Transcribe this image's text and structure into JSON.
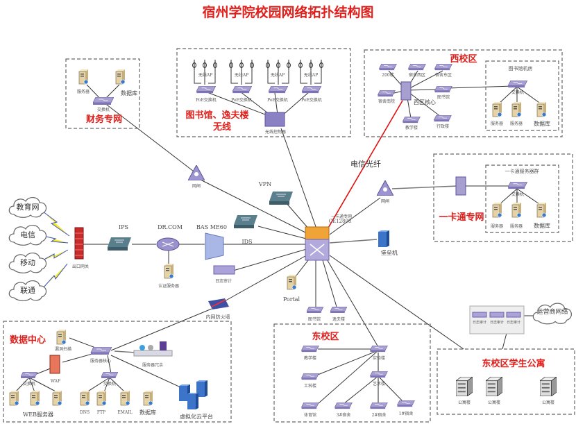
{
  "title": "宿州学院校园网络拓扑结构图",
  "finance": {
    "label": "财务专网",
    "server": "服务器",
    "db": "数据库",
    "switch": "交换机"
  },
  "wireless": {
    "label1": "图书馆、逸夫楼",
    "label2": "无线",
    "ap": "无线AP",
    "poe": "PoE交换机",
    "controller": "无线控制器"
  },
  "west": {
    "label": "西校区",
    "core": "西区核心",
    "b200": "200楼",
    "dorm_w": "宿舍西区",
    "dorm_e": "宿舍东区",
    "dorm_s": "宿舍南院",
    "library": "图书馆",
    "teaching": "教学楼",
    "admin": "行政楼",
    "room": "图书馆机房",
    "switch": "交换机",
    "server": "服务器",
    "db": "数据库"
  },
  "fiber_label": "电信光纤",
  "card": {
    "label": "一卡通专网",
    "group": "一卡通服务器群",
    "switch": "交换机",
    "server": "服务器",
    "db": "数据库",
    "gateway": "网闸"
  },
  "gateway": "网闸",
  "core": {
    "label1": "一卡通专网",
    "label2": "CE12808"
  },
  "bastion": "堡垒机",
  "vpn": "VPN",
  "ids": "IDS",
  "isps": [
    "教育网",
    "电信",
    "移动",
    "联通"
  ],
  "exit_gateway": "出口网关",
  "ips": "IPS",
  "drcom": "DR.COM",
  "auth_server": "认证服务器",
  "bas": "BAS ME60",
  "log_audit": "日志审计",
  "inner_fw": "内网防火墙",
  "portal": "Portal",
  "lib_sw": "图书馆",
  "yifu_sw": "逸夫楼",
  "datacenter": {
    "label": "数据中心",
    "scan": "漏洞扫描",
    "core": "服务器核心",
    "redundant": "服务器冗余",
    "waf": "WAF",
    "switch": "交换机",
    "web": "WEB服务器",
    "dns": "DNS",
    "ftp": "FTP",
    "email": "EMAIL",
    "db": "数据库",
    "cloud": "虚拟化云平台"
  },
  "east": {
    "label": "东校区",
    "lab": "实验楼",
    "teaching": "教学楼",
    "art": "艺术楼",
    "eng": "工科楼",
    "gym": "体育馆",
    "d3": "3#宿舍",
    "d2": "2#宿舍",
    "d1": "1#宿舍"
  },
  "audit": {
    "item": "日志审计",
    "isp_cloud": "运营商网络"
  },
  "dorm": {
    "label": "东校区学生公寓",
    "building": "公寓楼"
  }
}
